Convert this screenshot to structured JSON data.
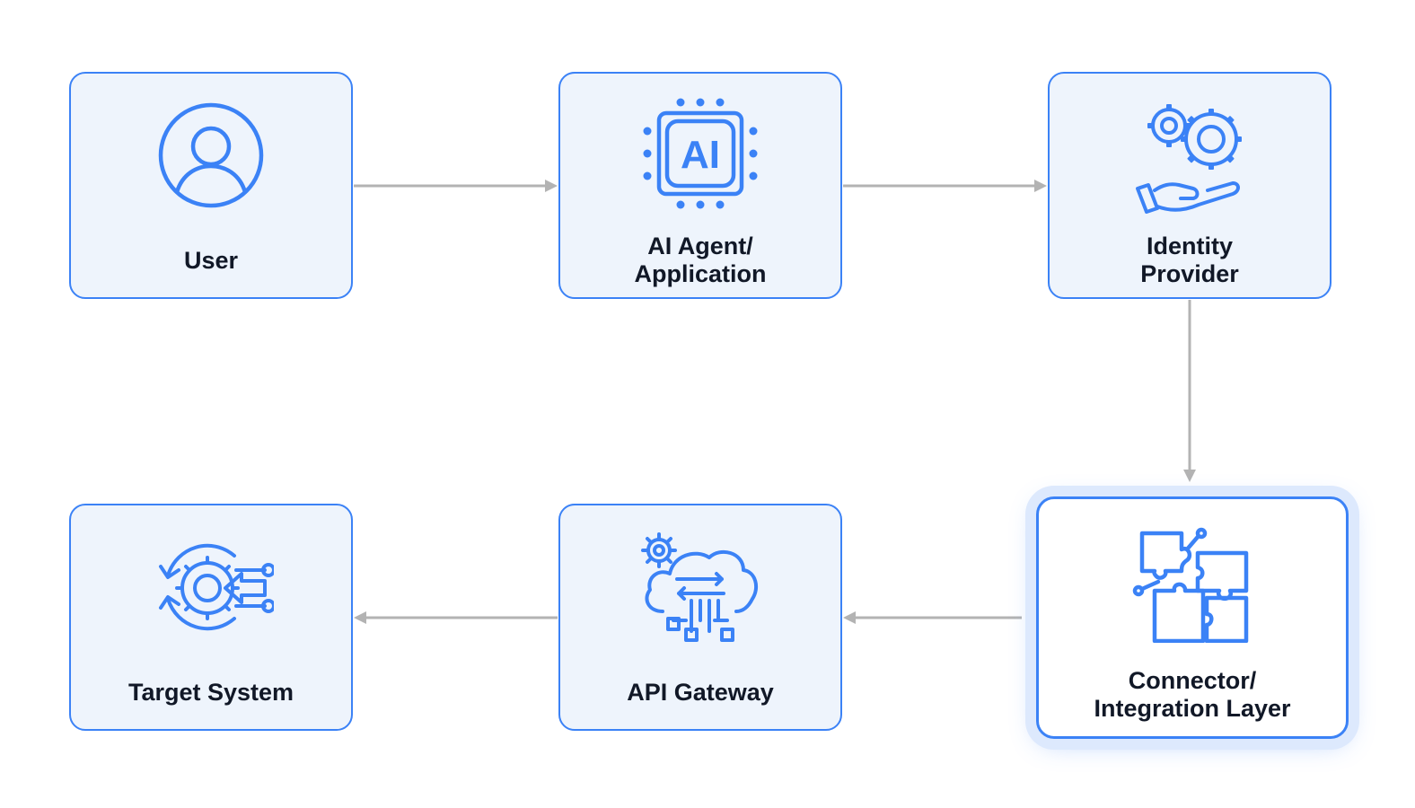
{
  "colors": {
    "accent": "#3b82f6",
    "node_fill": "#eef4fc",
    "highlight_glow": "#dde9fd",
    "connector": "#b3b3b3",
    "text": "#111827"
  },
  "nodes": [
    {
      "id": "user",
      "icon": "user-icon",
      "label_lines": [
        "User"
      ]
    },
    {
      "id": "ai-agent",
      "icon": "ai-chip-icon",
      "label_lines": [
        "AI Agent/",
        "Application"
      ]
    },
    {
      "id": "identity-provider",
      "icon": "gears-hand-icon",
      "label_lines": [
        "Identity",
        "Provider"
      ]
    },
    {
      "id": "connector",
      "icon": "puzzle-icon",
      "label_lines": [
        "Connector/",
        "Integration Layer"
      ],
      "highlighted": true
    },
    {
      "id": "api-gateway",
      "icon": "cloud-gateway-icon",
      "label_lines": [
        "API Gateway"
      ]
    },
    {
      "id": "target-system",
      "icon": "gear-cycle-icon",
      "label_lines": [
        "Target System"
      ]
    }
  ],
  "edges": [
    {
      "from": "user",
      "to": "ai-agent"
    },
    {
      "from": "ai-agent",
      "to": "identity-provider"
    },
    {
      "from": "identity-provider",
      "to": "connector"
    },
    {
      "from": "connector",
      "to": "api-gateway"
    },
    {
      "from": "api-gateway",
      "to": "target-system"
    }
  ]
}
